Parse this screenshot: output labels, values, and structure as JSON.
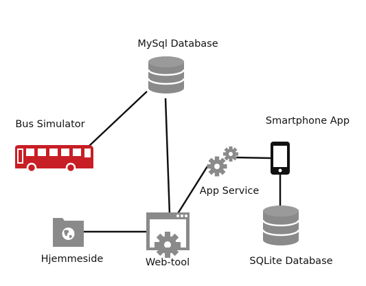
{
  "nodes": {
    "mysql": {
      "label": "MySql Database",
      "icon": "database-icon"
    },
    "bus": {
      "label": "Bus Simulator",
      "icon": "bus-icon"
    },
    "smartphone": {
      "label": "Smartphone App",
      "icon": "smartphone-icon"
    },
    "app_service": {
      "label": "App Service",
      "icon": "gears-icon"
    },
    "hjemmeside": {
      "label": "Hjemmeside",
      "icon": "globe-folder-icon"
    },
    "webtool": {
      "label": "Web-tool",
      "icon": "web-settings-window-icon"
    },
    "sqlite": {
      "label": "SQLite Database",
      "icon": "database-icon"
    }
  },
  "edges": [
    {
      "from": "bus",
      "to": "mysql"
    },
    {
      "from": "mysql",
      "to": "webtool"
    },
    {
      "from": "hjemmeside",
      "to": "webtool"
    },
    {
      "from": "webtool",
      "to": "app_service"
    },
    {
      "from": "app_service",
      "to": "smartphone"
    },
    {
      "from": "smartphone",
      "to": "sqlite"
    }
  ],
  "colors": {
    "icon_gray": "#8a8a8a",
    "icon_dark": "#111111",
    "bus_red": "#c81e25",
    "line": "#111111"
  }
}
